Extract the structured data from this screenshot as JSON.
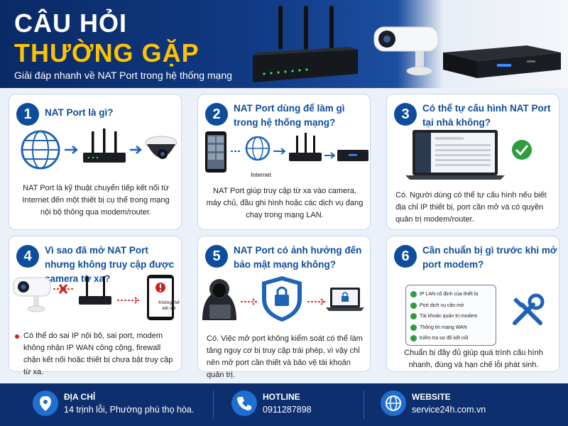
{
  "header": {
    "title_line1": "CÂU HỎI",
    "title_line2": "THƯỜNG GẶP",
    "subtitle": "Giải đáp nhanh về NAT Port trong hệ thống mạng"
  },
  "cards": [
    {
      "number": "1",
      "title": "NAT Port là gì?",
      "body": "NAT Port là kỹ thuật chuyển tiếp kết nối từ Internet đến một thiết bị cụ thể trong mạng nội bộ thông qua modem/router."
    },
    {
      "number": "2",
      "title": "NAT Port dùng để làm gì trong hệ thống mạng?",
      "illustration_label": "Internet",
      "body": "NAT Port giúp truy cập từ xa vào camera, máy chủ, đầu ghi hình hoặc các dịch vụ đang chạy trong mạng LAN."
    },
    {
      "number": "3",
      "title": "Có thể tự cấu hình NAT Port tại nhà không?",
      "body": "Có. Người dùng có thể tự cấu hình nếu biết địa chỉ IP thiết bị, port cần mở và có quyền quản trị modem/router."
    },
    {
      "number": "4",
      "title": "Vì sao đã mở NAT Port nhưng không truy cập được camera từ xa?",
      "phone_text": "Không thể kết nối",
      "bullets": [
        "Có thể do sai IP nội bộ, sai port, modem không nhận IP WAN công cộng, firewall chặn kết nối hoặc thiết bị chưa bật truy cập từ xa."
      ]
    },
    {
      "number": "5",
      "title": "NAT Port có ảnh hưởng đến bảo mật mạng không?",
      "body": "Có. Việc mở port không kiểm soát có thể làm tăng nguy cơ bị truy cập trái phép, vì vậy chỉ nên mở port cần thiết và bảo vệ tài khoản quản trị."
    },
    {
      "number": "6",
      "title": "Cần chuẩn bị gì trước khi mở port modem?",
      "checklist": [
        "IP LAN cố định của thiết bị",
        "Port dịch vụ cần mở",
        "Tài khoản quản trị modem",
        "Thông tin mạng WAN",
        "Kiểm tra sơ đồ kết nối"
      ],
      "body": "Chuẩn bị đầy đủ giúp quá trình cấu hình nhanh, đúng và hạn chế lỗi phát sinh."
    }
  ],
  "footer": {
    "address_label": "ĐỊA CHỈ",
    "address_value": "14 trịnh lỗi, Phường phú thọ hòa.",
    "hotline_label": "HOTLINE",
    "hotline_value": "0911287898",
    "website_label": "WEBSITE",
    "website_value": "service24h.com.vn"
  },
  "colors": {
    "primary": "#0e4d9c",
    "accent": "#ffc400",
    "footer": "#0d2f6e",
    "alert": "#d0201c",
    "check": "#2e9d3d"
  },
  "icons": [
    "globe-icon",
    "router-icon",
    "dome-camera-icon",
    "phone-icon",
    "laptop-icon",
    "check-circle-icon",
    "bullet-camera-icon",
    "x-icon",
    "warning-icon",
    "hacker-icon",
    "shield-lock-icon",
    "tools-icon",
    "location-icon",
    "hotline-icon",
    "website-globe-icon"
  ]
}
